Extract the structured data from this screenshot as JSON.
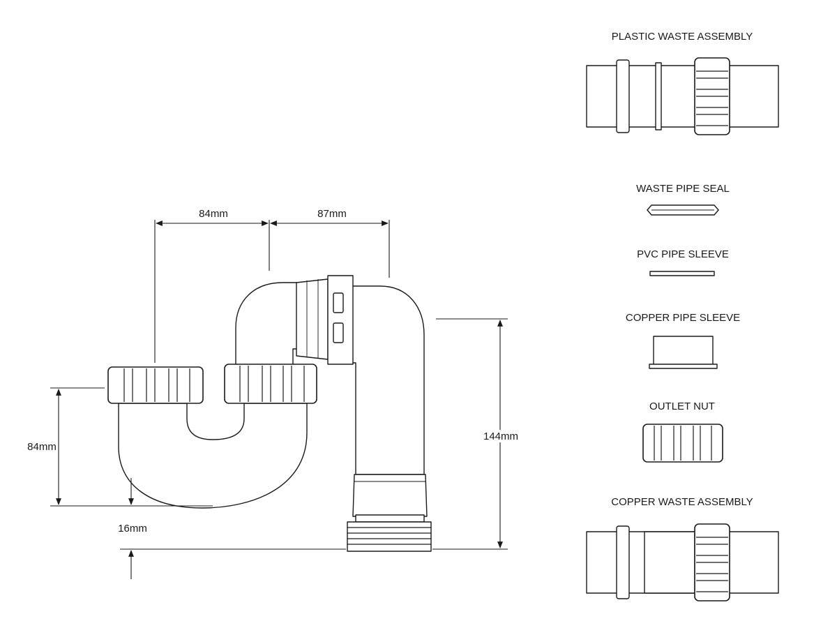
{
  "dimensions": {
    "top_left_width": "84mm",
    "top_right_width": "87mm",
    "left_height": "84mm",
    "right_height": "144mm",
    "bottom_offset": "16mm"
  },
  "components": [
    {
      "label": "PLASTIC WASTE ASSEMBLY",
      "icon": "plastic-waste-assembly-icon"
    },
    {
      "label": "WASTE PIPE SEAL",
      "icon": "waste-pipe-seal-icon"
    },
    {
      "label": "PVC PIPE SLEEVE",
      "icon": "pvc-pipe-sleeve-icon"
    },
    {
      "label": "COPPER PIPE SLEEVE",
      "icon": "copper-pipe-sleeve-icon"
    },
    {
      "label": "OUTLET NUT",
      "icon": "outlet-nut-icon"
    },
    {
      "label": "COPPER WASTE ASSEMBLY",
      "icon": "copper-waste-assembly-icon"
    }
  ]
}
